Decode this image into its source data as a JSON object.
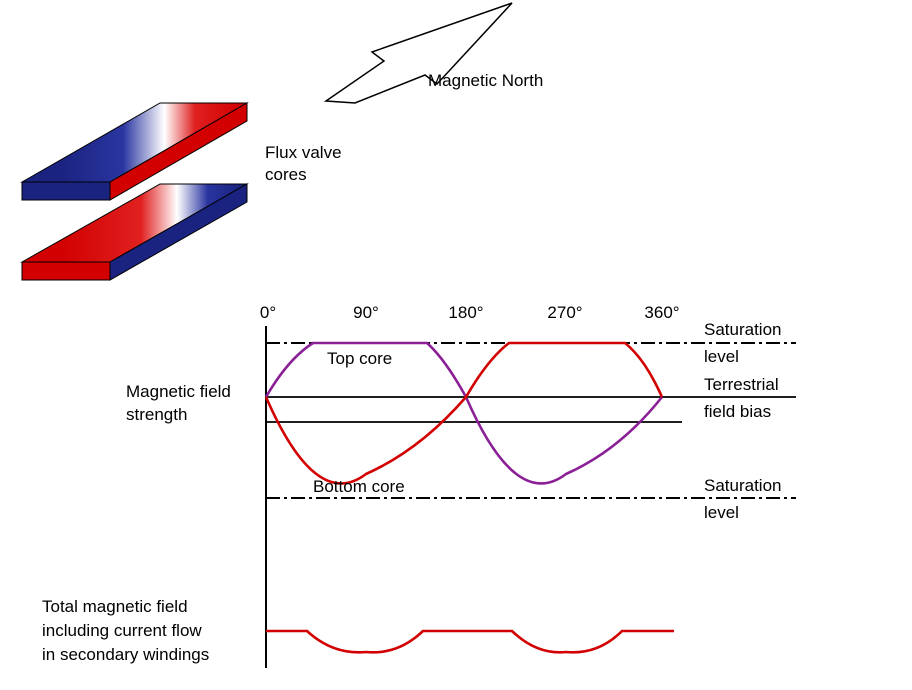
{
  "labels": {
    "magnetic_north": "Magnetic North",
    "flux_valve_cores_line1": "Flux valve",
    "flux_valve_cores_line2": "cores",
    "y_axis_label_line1": "Magnetic field",
    "y_axis_label_line2": "strength",
    "top_core": "Top core",
    "bottom_core": "Bottom core",
    "saturation_upper_line1": "Saturation",
    "saturation_upper_line2": "level",
    "terrestrial_line1": "Terrestrial",
    "terrestrial_line2": "field bias",
    "saturation_lower_line1": "Saturation",
    "saturation_lower_line2": "level",
    "total_field_line1": "Total magnetic field",
    "total_field_line2": "including current flow",
    "total_field_line3": "in secondary windings"
  },
  "angle_ticks": [
    "0°",
    "90°",
    "180°",
    "270°",
    "360°"
  ],
  "colors": {
    "red": "#d20000",
    "purple": "#8a1f96",
    "blue": "#1a2380",
    "black": "#000000"
  }
}
